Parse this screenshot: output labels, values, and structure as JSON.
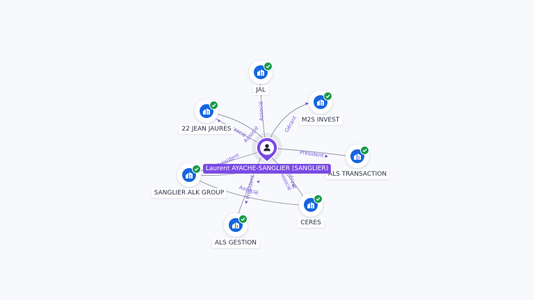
{
  "graph": {
    "center": {
      "name": "Laurent AYACHE-SANGLIER (SANGLIER)",
      "icon": "person-icon",
      "color": "#7a4be3"
    },
    "companies": [
      {
        "id": "jal",
        "name": "JAL",
        "icon": "company-building-icon",
        "verified": true
      },
      {
        "id": "m2s",
        "name": "M2S INVEST",
        "icon": "company-building-icon",
        "verified": true
      },
      {
        "id": "jaures",
        "name": "22 JEAN JAURES",
        "icon": "company-building-icon",
        "verified": true
      },
      {
        "id": "transaction",
        "name": "ALS TRANSACTION",
        "icon": "company-building-icon",
        "verified": true
      },
      {
        "id": "alk",
        "name": "SANGLIER ALK GROUP",
        "icon": "company-building-icon",
        "verified": true
      },
      {
        "id": "ceres",
        "name": "CERES",
        "icon": "company-building-icon",
        "verified": true
      },
      {
        "id": "gestion",
        "name": "ALS GESTION",
        "icon": "company-building-icon",
        "verified": true
      }
    ],
    "edges": [
      {
        "to": "jal",
        "label": "Associé"
      },
      {
        "to": "m2s",
        "label": "Gérant"
      },
      {
        "to": "jaures",
        "label": "Associé"
      },
      {
        "to": "jaures",
        "label": "Associé"
      },
      {
        "to": "transaction",
        "label": "Président"
      },
      {
        "to": "alk",
        "label": "Président"
      },
      {
        "to": "alk",
        "label": "Associé"
      },
      {
        "to": "ceres",
        "label": "Gérant"
      },
      {
        "to": "ceres",
        "label": "Associé"
      },
      {
        "to": "gestion",
        "label": "Président"
      }
    ],
    "colors": {
      "accent": "#7a4be3",
      "company": "#1565e0",
      "verified": "#1b9a4a",
      "edge": "#8b8fa3",
      "background": "#f8f9fc"
    }
  }
}
